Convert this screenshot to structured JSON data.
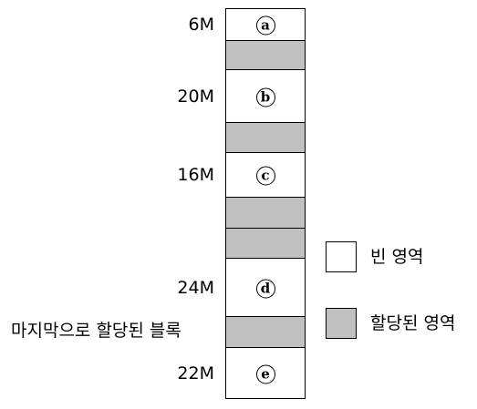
{
  "colors": {
    "free": "#ffffff",
    "allocated": "#c0c0c0",
    "border": "#000000"
  },
  "memory": {
    "blocks": [
      {
        "kind": "free",
        "label": "a",
        "size": "6M"
      },
      {
        "kind": "allocated"
      },
      {
        "kind": "free",
        "label": "b",
        "size": "20M"
      },
      {
        "kind": "allocated"
      },
      {
        "kind": "free",
        "label": "c",
        "size": "16M"
      },
      {
        "kind": "allocated"
      },
      {
        "kind": "allocated"
      },
      {
        "kind": "free",
        "label": "d",
        "size": "24M"
      },
      {
        "kind": "allocated",
        "callout": "마지막으로 할당된 블록"
      },
      {
        "kind": "free",
        "label": "e",
        "size": "22M"
      }
    ]
  },
  "legend": {
    "free_label": "빈 영역",
    "allocated_label": "할당된 영역"
  }
}
